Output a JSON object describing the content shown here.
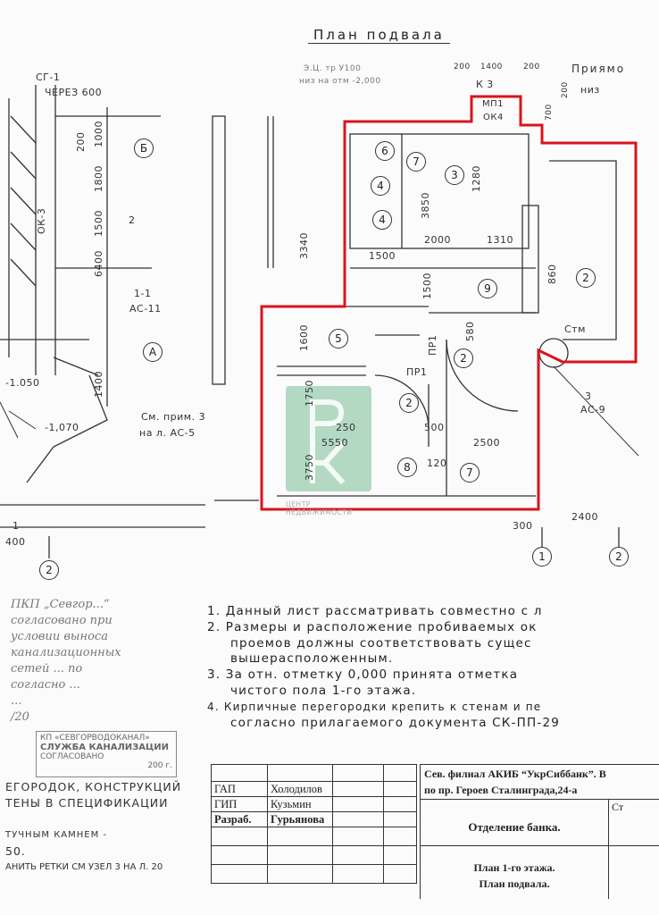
{
  "title": "План подвала",
  "watermark": {
    "logo": "РК",
    "line1": "ЦЕНТР",
    "line2": "НЕДВИЖИМОСТИ"
  },
  "plan_labels": {
    "sg1": "СГ-1",
    "through": "ЧЕРЕЗ 600",
    "axis_b": "Б",
    "axis_a": "А",
    "d6400": "6400",
    "d1800": "1800",
    "d1500a": "1500",
    "d1000": "1000",
    "d1400": "1400",
    "d200": "200",
    "sec11": "1-1",
    "as11": "АС-11",
    "note_ref": "См. прим. 3",
    "sheet_ref": "на л. АС-5",
    "elev1": "-1.050",
    "elev2": "-1,070",
    "d400": "400",
    "ax1": "1",
    "ax2": "2",
    "ax1b": "1",
    "ax2b": "2",
    "ok3": "ОК-3",
    "mark2": "2",
    "d3340": "3340",
    "d3850": "3850",
    "d2000": "2000",
    "d1310": "1310",
    "d1500b": "1500",
    "d1500c": "1500",
    "r9": "9",
    "r2a": "2",
    "d860": "860",
    "stm": "Стм",
    "s3": "3",
    "as9": "АС-9",
    "r5": "5",
    "d1600": "1600",
    "pr1a": "ПР1",
    "pr1b": "ПР1",
    "r2b": "2",
    "r2c": "2",
    "d500": "500",
    "d1750": "1750",
    "d5550": "5550",
    "d3750": "3750",
    "d250": "250",
    "d2500": "2500",
    "r8": "8",
    "r7b": "7",
    "d120": "120",
    "d300": "300",
    "d2400": "2400",
    "pipe1": "Э.Ц. тр У100",
    "pipe2": "низ на отм -2,000",
    "top200a": "200",
    "top1400": "1400",
    "top200b": "200",
    "k3": "К 3",
    "pit": "Приямо",
    "pit_low": "низ",
    "mp1": "МП1",
    "ok4": "ОК4",
    "d700": "700",
    "d200r": "200",
    "r7": "7",
    "r6": "6",
    "r3": "3",
    "r4a": "4",
    "r4b": "4",
    "d1280": "1280",
    "d580": "580"
  },
  "notes": [
    "1. Данный лист рассматривать совместно с л",
    "2. Размеры и расположение пробиваемых ок",
    "   проемов должны соответствовать сущес",
    "   вышерасположенным.",
    "3. За отн. отметку 0,000 принята отметка",
    "   чистого пола 1-го этажа.",
    "4. Кирпичные перегородки крепить к стенам и пе",
    "   согласно прилагаемого документа СК-ПП-29"
  ],
  "handwritten": [
    "ПКП „Севгор...“",
    "согласовано при",
    "условии выноса",
    "канализационных",
    "сетей ... по",
    "согласно ...",
    "...",
    "/20"
  ],
  "stamp": {
    "line1": "КП «СЕВГОРВОДОКАНАЛ»",
    "line2": "СЛУЖБА КАНАЛИЗАЦИИ",
    "line3": "СОГЛАСОВАНО",
    "year": "200   г."
  },
  "left_text": [
    "ЕГОРОДОК, КОНСТРУКЦИЙ",
    "ТЕНЫ В СПЕЦИФИКАЦИИ",
    "",
    "ТУЧНЫМ КАМНЕМ -",
    "50.",
    "АНИТЬ РЕТКИ СМ УЗЕЛ 3 НА Л. 20"
  ],
  "title_block": {
    "rows": [
      {
        "role": "ГАП",
        "name": "Холодилов"
      },
      {
        "role": "ГИП",
        "name": "Кузьмин"
      },
      {
        "role": "Разраб.",
        "name": "Гурьянова"
      }
    ],
    "org_line1": "Сев. филиал АКИБ “УкрСиббанк”. В",
    "org_line2": "по пр. Героев Сталинграда,24-а",
    "object": "Отделение банка.",
    "stage_hdr": "Ст",
    "sheet1": "План 1-го этажа.",
    "sheet2": "План подвала."
  },
  "colors": {
    "outline": "#d8141c",
    "watermark": "#78be96"
  }
}
